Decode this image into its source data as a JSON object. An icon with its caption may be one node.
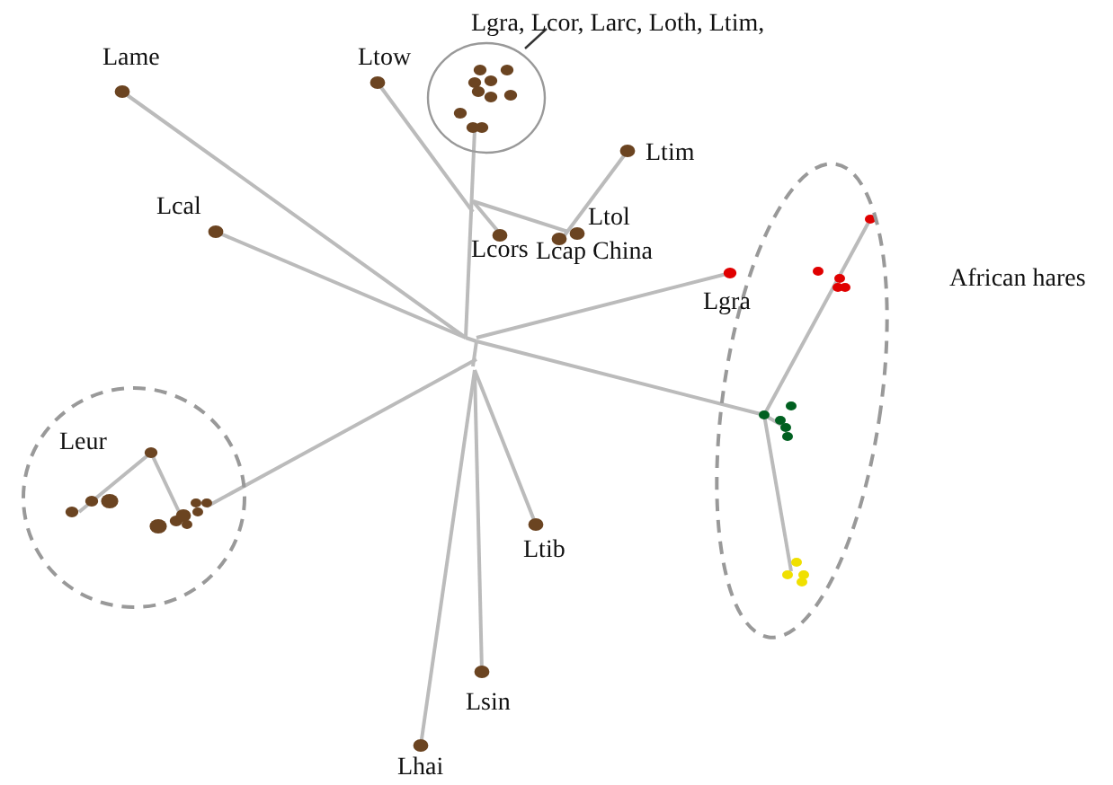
{
  "diagram": {
    "nodes": [
      {
        "text": [],
        "shape": "circle"
      },
      {
        "text": [
          "Lgra, Lcor, Larc, Loth, Ltim,"
        ]
      },
      {
        "text": [
          "Leur"
        ]
      },
      {
        "text": [
          "African hares"
        ]
      }
    ],
    "edges": [
      {
        "from": 1,
        "to": 0,
        "arrow": "none"
      }
    ],
    "labels": [
      "Lame",
      "Ltow",
      "Ltim",
      "Lcal",
      "Ltol",
      "Lcors",
      "Lcap China",
      "Lgra",
      "Ltib",
      "Lsin",
      "Lhai"
    ]
  }
}
